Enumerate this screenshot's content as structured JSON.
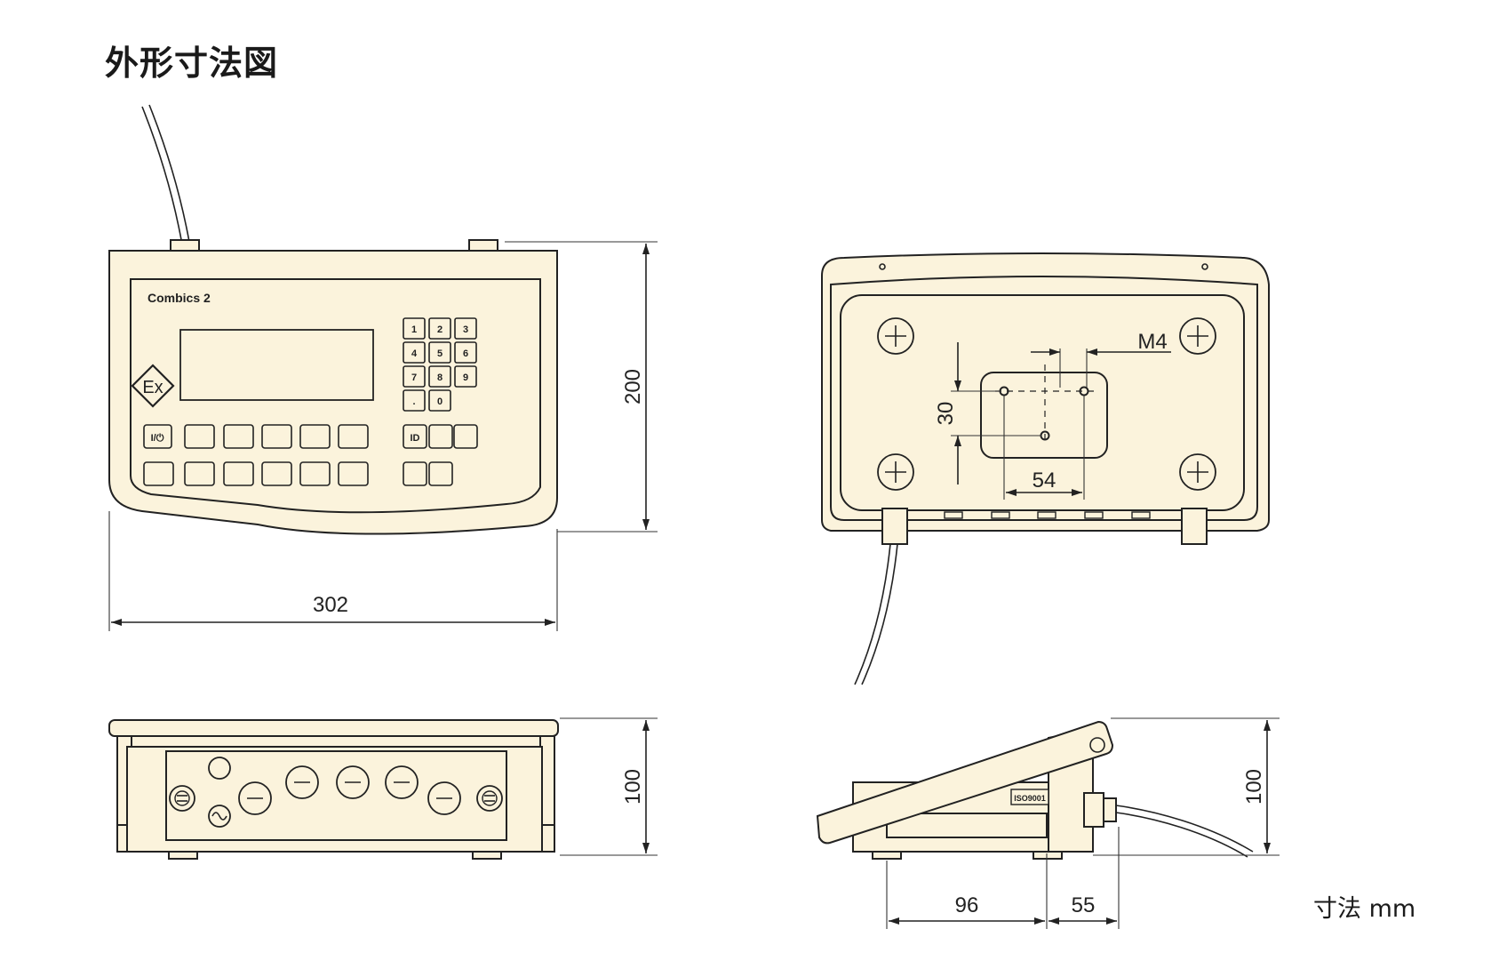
{
  "title": "外形寸法図",
  "units_note": "寸法 mm",
  "front_view": {
    "model_label": "Combics 2",
    "ex_mark": "Ex",
    "keypad": [
      "1",
      "2",
      "3",
      "4",
      "5",
      "6",
      "7",
      "8",
      "9",
      ".",
      "0"
    ],
    "power_key_label": "I/⏻",
    "id_key_label": "ID",
    "width_dim": "302",
    "height_dim": "200"
  },
  "rear_view": {
    "thread_label": "M4",
    "hole_vertical_dim": "30",
    "hole_horizontal_dim": "54"
  },
  "bottom_view": {
    "height_dim": "100"
  },
  "side_view": {
    "iso_label": "ISO9001",
    "height_dim": "100",
    "depth_dim_1": "96",
    "depth_dim_2": "55"
  },
  "colors": {
    "housing": "#fbf3dc",
    "line": "#222222"
  }
}
